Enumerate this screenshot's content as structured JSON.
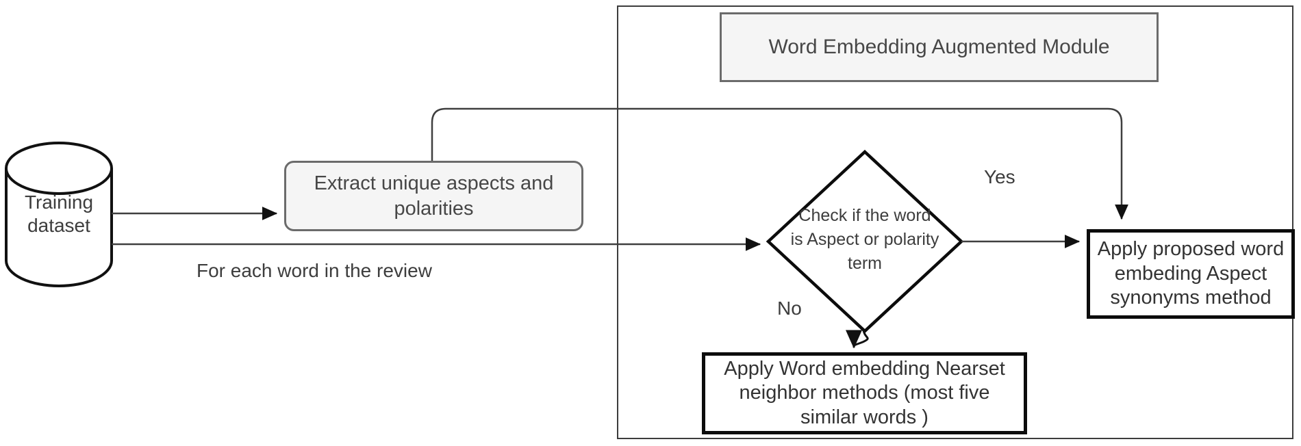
{
  "module": {
    "title": "Word Embedding Augmented Module"
  },
  "nodes": {
    "training_dataset": {
      "label": "Training\ndataset",
      "shape": "cylinder"
    },
    "extract": {
      "label": "Extract unique aspects and\npolarities",
      "shape": "rounded-rectangle"
    },
    "decision": {
      "label": "Check if the word\nis Aspect or polarity\nterm",
      "shape": "diamond"
    },
    "apply_synonyms": {
      "label": "Apply proposed word\nembeding Aspect\nsynonyms method",
      "shape": "rectangle"
    },
    "apply_nearest": {
      "label": "Apply Word embedding Nearset\nneighbor methods (most five\nsimilar words )",
      "shape": "rectangle"
    }
  },
  "edge_labels": {
    "loop": "For each word in the review",
    "yes": "Yes",
    "no": "No"
  },
  "colors": {
    "connector": "#3f3f3f",
    "arrowhead": "#111111",
    "dark_border": "#0c0c0c",
    "gray_border": "#6b6b6b",
    "gray_fill": "#f5f5f5",
    "white_fill": "#ffffff",
    "frame_border": "#3c3c3c",
    "text": "#3d3d3d"
  }
}
